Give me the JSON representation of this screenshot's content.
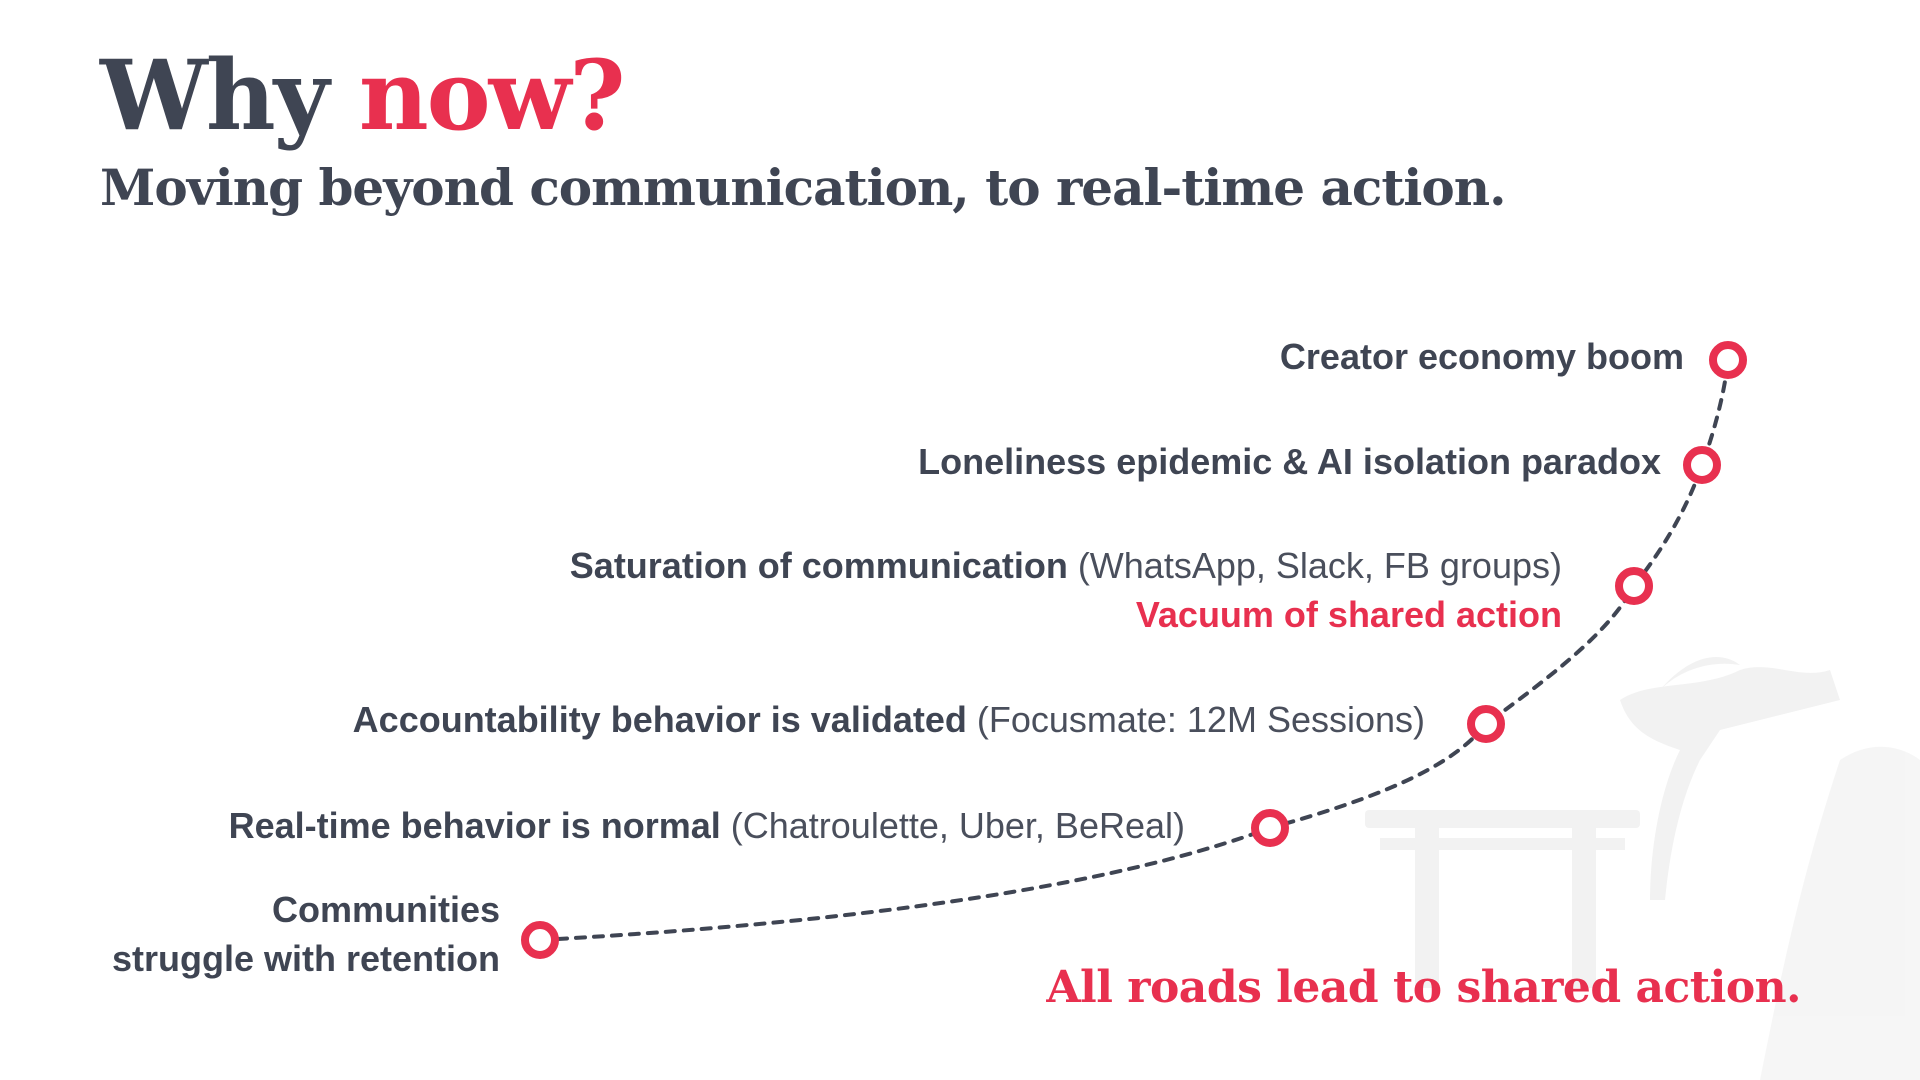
{
  "title": {
    "part1": "Why ",
    "part2": "now?"
  },
  "subtitle": "Moving beyond communication, to real-time action.",
  "milestones": [
    {
      "line1": "Communities",
      "line2": "struggle with retention"
    },
    {
      "bold": "Real-time behavior is normal",
      "paren": " (Chatroulette, Uber, BeReal)"
    },
    {
      "bold": "Accountability behavior is validated",
      "paren": " (Focusmate: 12M Sessions)"
    },
    {
      "bold": "Saturation of communication",
      "paren": " (WhatsApp, Slack, FB groups)",
      "highlight": "Vacuum of shared action"
    },
    {
      "bold": "Loneliness epidemic & AI isolation paradox"
    },
    {
      "bold": "Creator economy boom"
    }
  ],
  "conclusion": "All roads lead to shared action.",
  "colors": {
    "accent": "#e8304f",
    "text": "#3f4553",
    "curve": "#3f4553",
    "watermark": "#eeeeee"
  }
}
